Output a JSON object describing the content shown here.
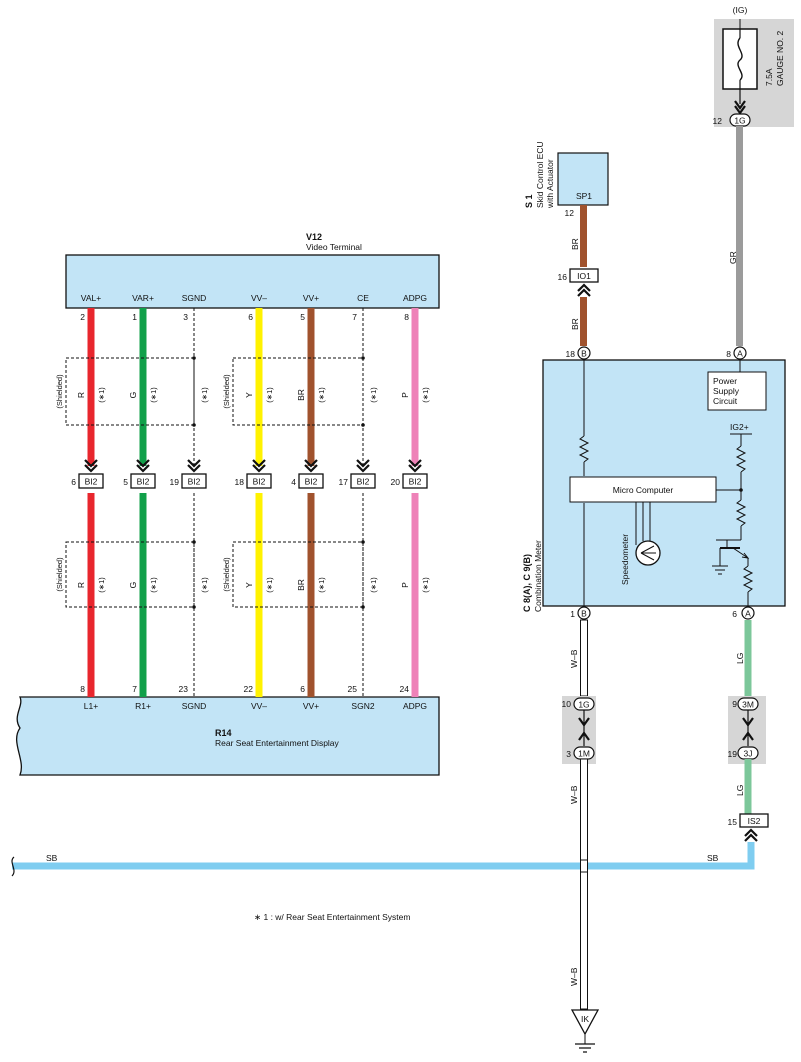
{
  "colors": {
    "panel": "#c2e4f6",
    "fuse_box": "#d6d6d6",
    "red": "#e8262d",
    "green": "#11a04a",
    "yellow": "#fff200",
    "brown": "#a0522d",
    "pink": "#ee82b8",
    "gray": "#9b9b9b",
    "light_green": "#7cc79a",
    "sky": "#7fcdf0"
  },
  "fuse": {
    "source": "(IG)",
    "rating": "7.5A",
    "name": "GAUGE NO. 2",
    "pin": "12",
    "connector": "1G"
  },
  "ecu": {
    "id": "S 1",
    "name_line1": "Skid Control ECU",
    "name_line2": "with Actuator",
    "terminal": "SP1",
    "pin": "12",
    "wire_top": "BR",
    "junction_pin": "16",
    "junction": "IO1",
    "wire_bottom": "BR"
  },
  "gauge_wire": "GR",
  "meter": {
    "id": "C 8(A), C 9(B)",
    "name": "Combination Meter",
    "pin_b_top": "18",
    "conn_b": "B",
    "pin_a_top": "8",
    "conn_a": "A",
    "power_supply": [
      "Power",
      "Supply",
      "Circuit"
    ],
    "ig2": "IG2+",
    "micro": "Micro Computer",
    "speedometer": "Speedometer",
    "pin_b_bottom": "1",
    "pin_a_bottom": "6"
  },
  "lower": {
    "wb1": "W–B",
    "left_pin1": "10",
    "left_conn1": "1G",
    "left_pin2": "3",
    "left_conn2": "1M",
    "wb2": "W–B",
    "wb3": "W–B",
    "ground": "IK",
    "lg1": "LG",
    "right_pin1": "9",
    "right_conn1": "3M",
    "right_pin2": "19",
    "right_conn2": "3J",
    "lg2": "LG",
    "is2_pin": "15",
    "is2": "IS2",
    "sb_left": "SB",
    "sb_right": "SB"
  },
  "v12": {
    "id": "V12",
    "name": "Video Terminal",
    "terminals": [
      "VAL+",
      "VAR+",
      "SGND",
      "VV–",
      "VV+",
      "CE",
      "ADPG"
    ],
    "pins": [
      "2",
      "1",
      "3",
      "6",
      "5",
      "7",
      "8"
    ]
  },
  "shield_label": "(Shielded)",
  "star_label": "(∗1)",
  "wire_labels": [
    "R",
    "G",
    "Y",
    "BR",
    "P"
  ],
  "bi2": {
    "name": "BI2",
    "pins": [
      "6",
      "5",
      "19",
      "18",
      "4",
      "17",
      "20"
    ]
  },
  "r14": {
    "id": "R14",
    "name": "Rear Seat Entertainment Display",
    "terminals": [
      "L1+",
      "R1+",
      "SGND",
      "VV–",
      "VV+",
      "SGN2",
      "ADPG"
    ],
    "pins": [
      "8",
      "7",
      "23",
      "22",
      "6",
      "25",
      "24"
    ]
  },
  "note": "∗ 1 : w/ Rear Seat Entertainment System"
}
